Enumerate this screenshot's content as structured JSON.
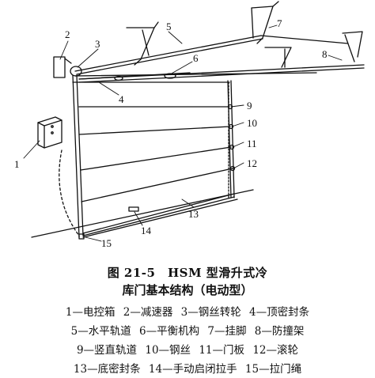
{
  "figure": {
    "title_line1": "图 21-5　HSM 型滑升式冷",
    "title_line2": "库门基本结构（电动型）"
  },
  "callouts": [
    "1",
    "2",
    "3",
    "4",
    "5",
    "6",
    "7",
    "8",
    "9",
    "10",
    "11",
    "12",
    "13",
    "14",
    "15"
  ],
  "legend": [
    [
      "1—电控箱",
      "2—减速器",
      "3—钢丝转轮",
      "4—顶密封条"
    ],
    [
      "5—水平轨道",
      "6—平衡机构",
      "7—挂脚",
      "8—防撞架"
    ],
    [
      "9—竖直轨道",
      "10—钢丝",
      "11—门板",
      "12—滚轮"
    ],
    [
      "13—底密封条",
      "14—手动启闭拉手",
      "15—拉门绳"
    ]
  ]
}
